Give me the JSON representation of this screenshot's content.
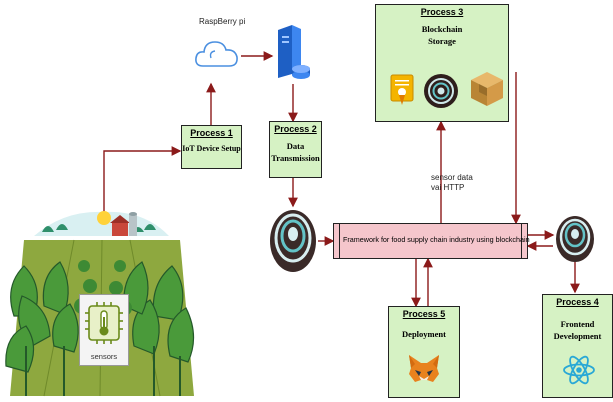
{
  "raspberry_label": "RaspBerry pi",
  "processes": [
    {
      "title": "Process 1",
      "name": "IoT Device Setup"
    },
    {
      "title": "Process 2",
      "name_line1": "Data",
      "name_line2": "Transmission"
    },
    {
      "title": "Process 3",
      "name_line1": "Blockchain",
      "name_line2": "Storage"
    },
    {
      "title": "Process 4",
      "name_line1": "Frontend",
      "name_line2": "Development"
    },
    {
      "title": "Process 5",
      "name": "Deployment"
    }
  ],
  "framework_label": "Framework for food supply chain industry using blockchain",
  "http_label_line1": "sensor data",
  "http_label_line2": "vai HTTP",
  "sensors_label": "sensors",
  "colors": {
    "arrow": "#8b1a1a",
    "box_fill": "#d6f2c4",
    "framework_fill": "#f5c6cc"
  },
  "icons": [
    "cloud-icon",
    "server-icon",
    "cryptocurrency-coin-icon",
    "certificate-icon",
    "blockchain-block-icon",
    "metamask-fox-icon",
    "react-atom-icon",
    "sensor-chip-icon",
    "plants-field-icon"
  ]
}
